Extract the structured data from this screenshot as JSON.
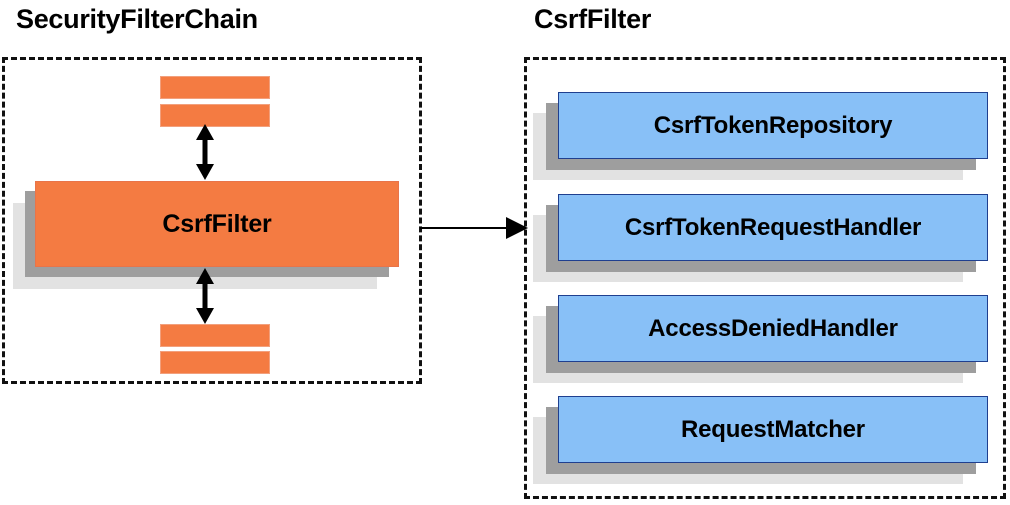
{
  "diagram": {
    "title_left": "SecurityFilterChain",
    "title_right": "CsrfFilter",
    "background_color": "#ffffff",
    "orange_color": "#f47b42",
    "blue_color": "#88c0f7",
    "blue_border_color": "#1f3f8f",
    "shadow_dark_color": "#9e9e9e",
    "shadow_light_color": "#e2e2e2",
    "panel_border_color": "#111111",
    "panel_border_style": "dashed"
  },
  "left_panel": {
    "title": "SecurityFilterChain",
    "main_block": {
      "label": "CsrfFilter",
      "color": "#f47b42"
    },
    "top_bars": [
      {
        "label": "",
        "color": "#f47b42"
      },
      {
        "label": "",
        "color": "#f47b42"
      }
    ],
    "bottom_bars": [
      {
        "label": "",
        "color": "#f47b42"
      },
      {
        "label": "",
        "color": "#f47b42"
      }
    ],
    "arrows": [
      {
        "name": "arrow-top",
        "type": "double-headed-vertical"
      },
      {
        "name": "arrow-bottom",
        "type": "double-headed-vertical"
      }
    ]
  },
  "right_panel": {
    "title": "CsrfFilter",
    "collaborators": [
      {
        "label": "CsrfTokenRepository",
        "color": "#88c0f7"
      },
      {
        "label": "CsrfTokenRequestHandler",
        "color": "#88c0f7"
      },
      {
        "label": "AccessDeniedHandler",
        "color": "#88c0f7"
      },
      {
        "label": "RequestMatcher",
        "color": "#88c0f7"
      }
    ]
  },
  "connector": {
    "name": "expansion-arrow",
    "type": "single-headed-horizontal",
    "from": "SecurityFilterChain.CsrfFilter",
    "to": "CsrfFilter panel"
  }
}
